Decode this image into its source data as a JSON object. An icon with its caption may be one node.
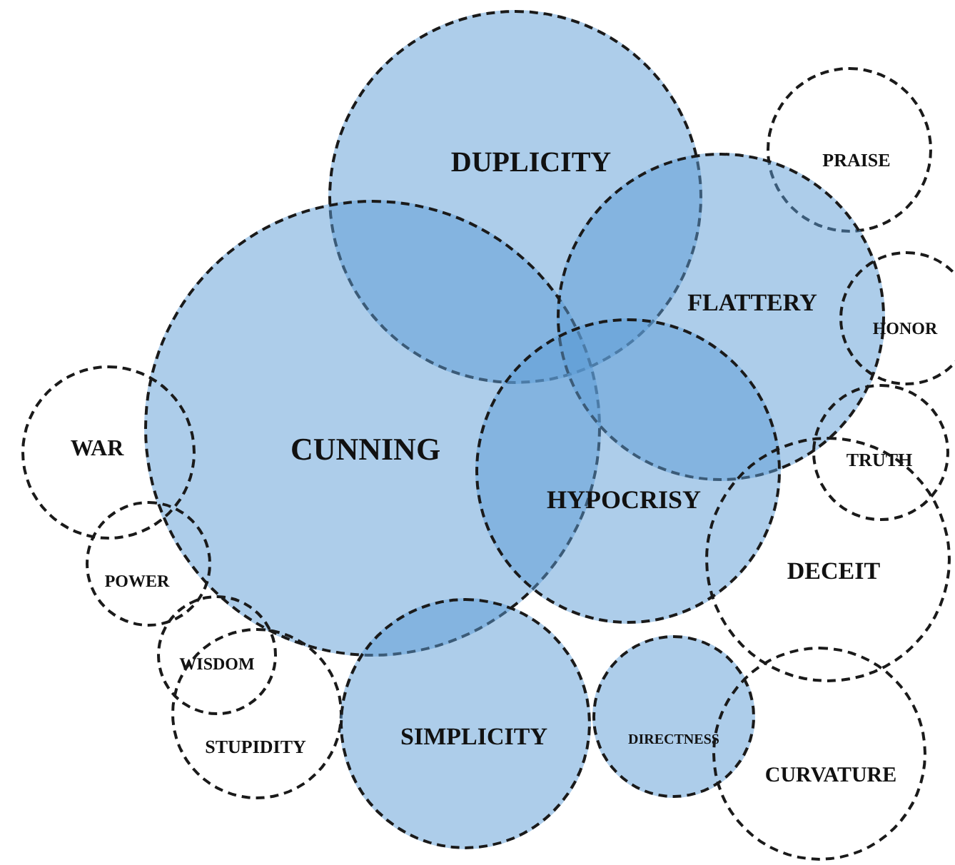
{
  "diagram": {
    "nodes": [
      {
        "text": [
          "DUPLICITY"
        ]
      },
      {
        "text": [
          "PRAISE"
        ]
      },
      {
        "text": [
          "CUNNING"
        ]
      },
      {
        "text": [
          "FLATTERY"
        ]
      },
      {
        "text": [
          "HONOR"
        ]
      },
      {
        "text": [
          "WAR"
        ]
      },
      {
        "text": [
          "HYPOCRISY"
        ]
      },
      {
        "text": [
          "TRUTH"
        ]
      },
      {
        "text": [
          "POWER"
        ]
      },
      {
        "text": [
          "DECEIT"
        ]
      },
      {
        "text": [
          "WISDOM"
        ]
      },
      {
        "text": [
          "STUPIDITY"
        ]
      },
      {
        "text": [
          "SIMPLICITY"
        ]
      },
      {
        "text": [
          "DIRECTNESS"
        ]
      },
      {
        "text": [
          "CURVATURE"
        ]
      }
    ]
  }
}
